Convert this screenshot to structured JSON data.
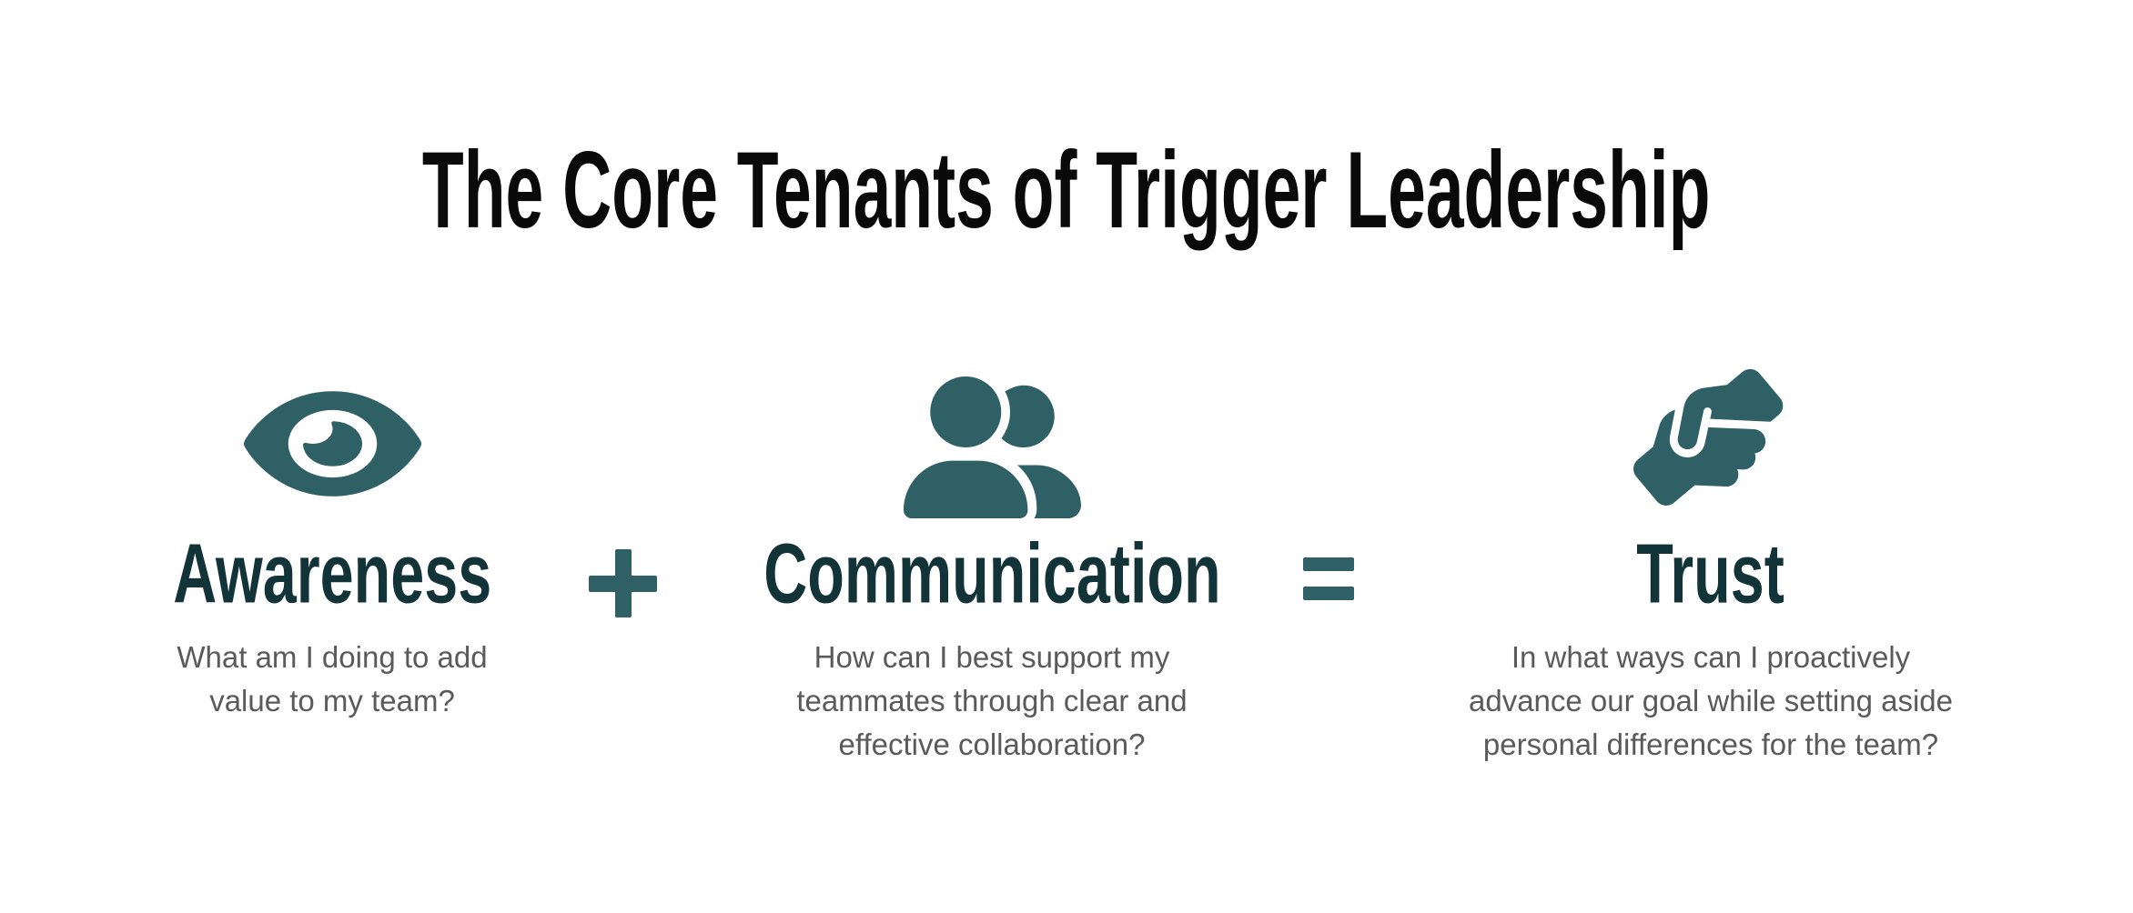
{
  "title": "The Core Tenants of Trigger Leadership",
  "columns": [
    {
      "icon": "eye-icon",
      "heading": "Awareness",
      "description": "What am I doing to add\nvalue to my team?"
    },
    {
      "icon": "people-icon",
      "heading": "Communication",
      "description": "How can I best support my\nteammates through clear and\neffective collaboration?"
    },
    {
      "icon": "handshake-icon",
      "heading": "Trust",
      "description": "In what ways can I proactively\nadvance our goal while setting aside\npersonal differences for the team?"
    }
  ],
  "operators": {
    "plus": "+",
    "equals": "="
  },
  "colors": {
    "title": "#0a0a0a",
    "heading": "#123439",
    "teal": "#2E6066",
    "text": "#5a5a5a",
    "background": "#ffffff"
  }
}
